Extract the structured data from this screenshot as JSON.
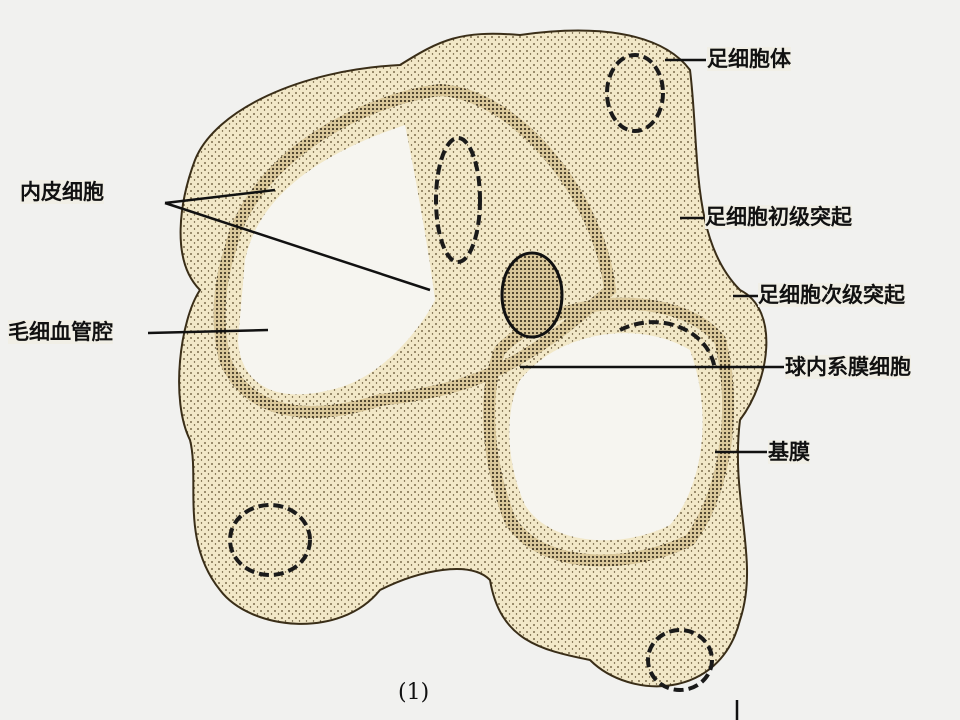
{
  "labels": {
    "podocyte_body": "足细胞体",
    "primary_process": "足细胞初级突起",
    "secondary_process": "足细胞次级突起",
    "endothelial_cell": "内皮细胞",
    "capillary_lumen": "毛细血管腔",
    "mesangial_cell": "球内系膜细胞",
    "basement_membrane": "基膜"
  },
  "figure_number": "(1)",
  "colors": {
    "cytoplasm": "#f2e8c8",
    "ink": "#1a1a1a",
    "background": "#f1f1ef"
  }
}
